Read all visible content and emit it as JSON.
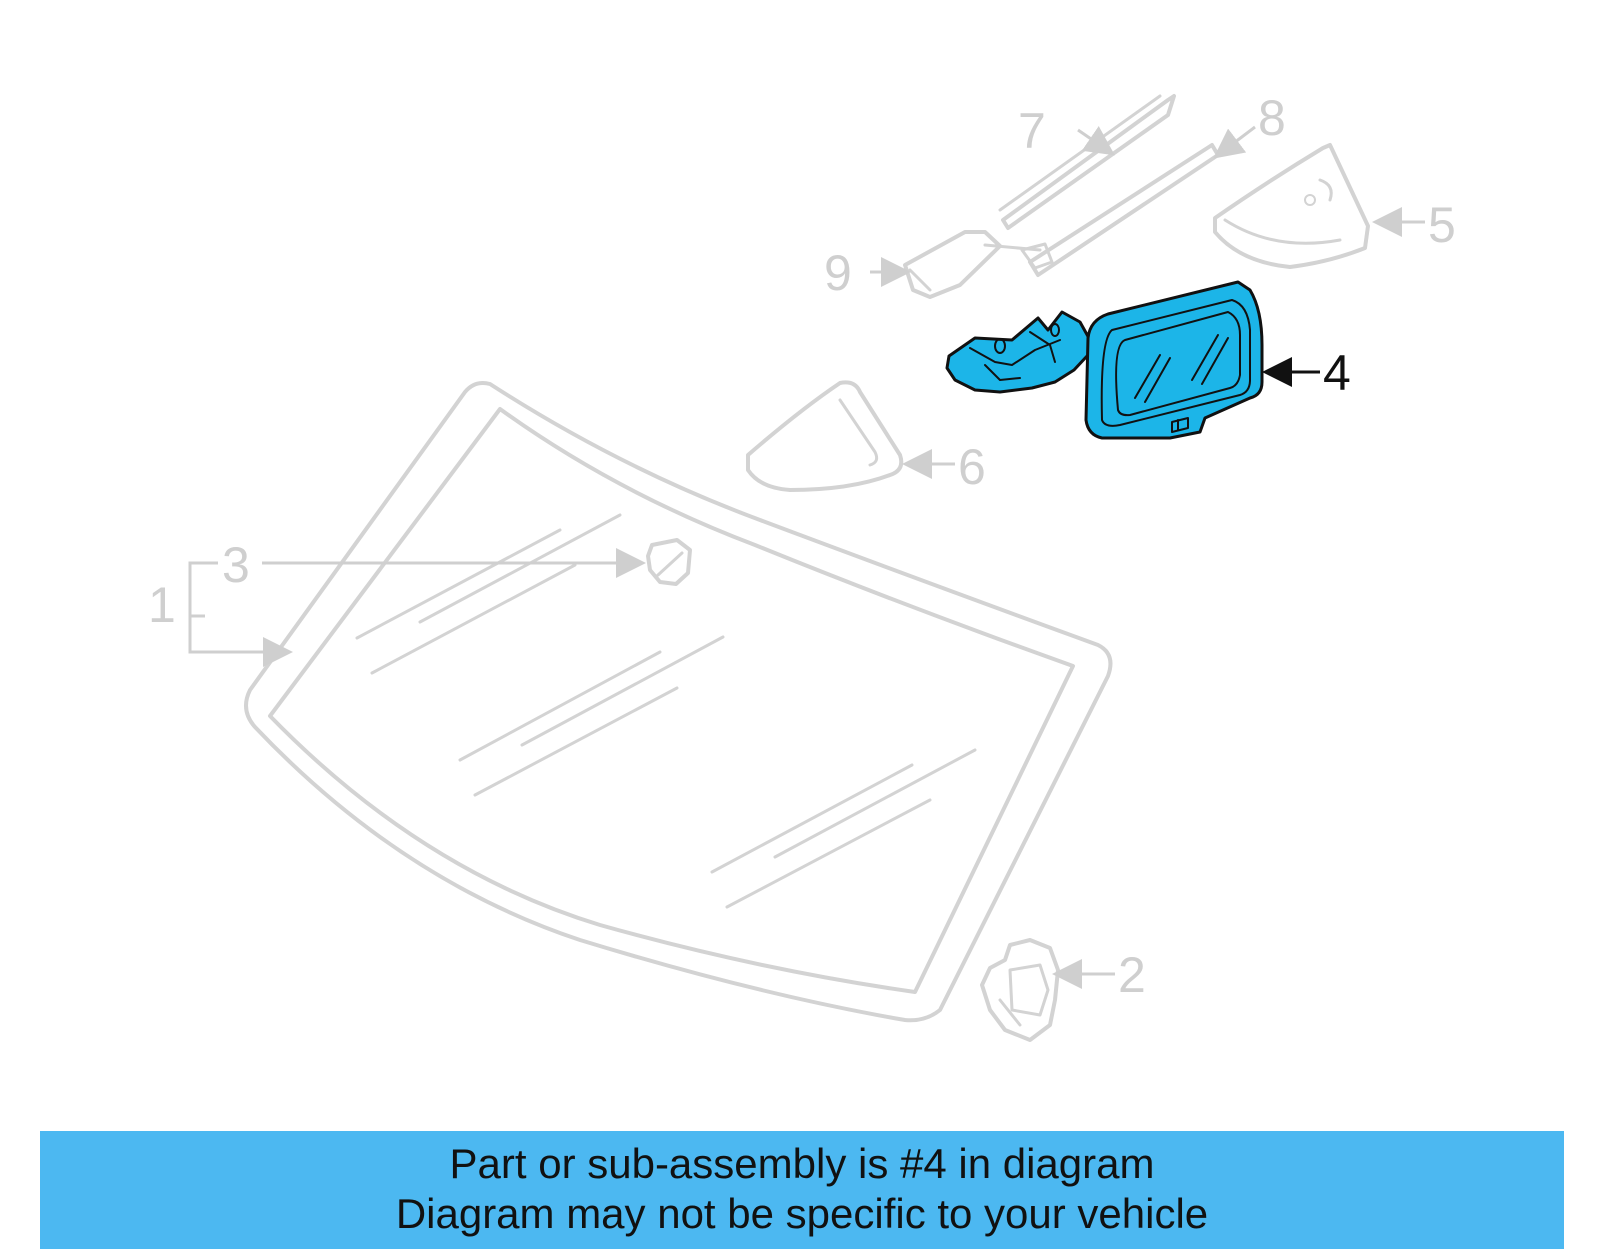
{
  "theme": {
    "highlight_color": "#1cb5e8",
    "banner_color": "#4cb8f1",
    "ghost_color": "#d3d3d3"
  },
  "callouts": {
    "c1": "1",
    "c2": "2",
    "c3": "3",
    "c4": "4",
    "c5": "5",
    "c6": "6",
    "c7": "7",
    "c8": "8",
    "c9": "9"
  },
  "highlighted_part": "4",
  "banner": {
    "line1": "Part or sub-assembly is #4 in diagram",
    "line2": "Diagram may not be specific to your vehicle"
  }
}
